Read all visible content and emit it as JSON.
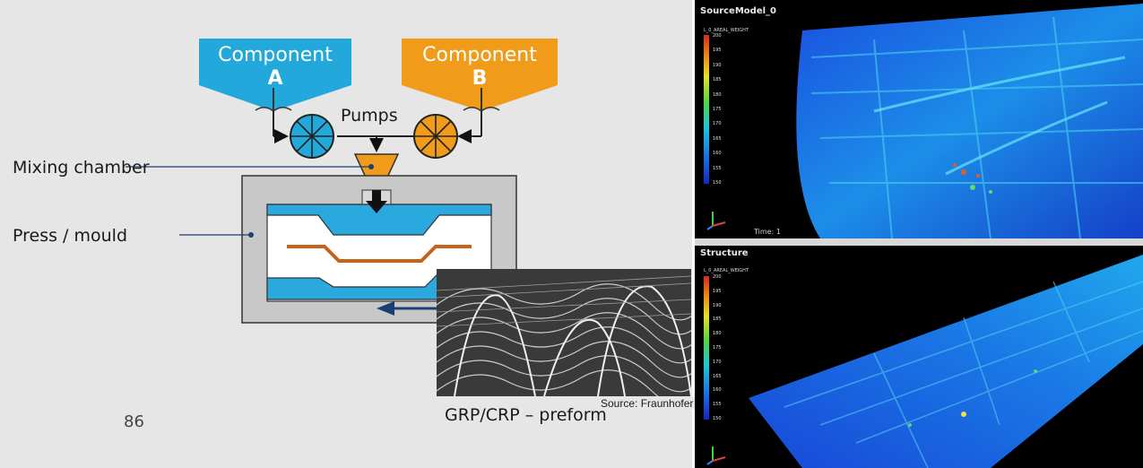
{
  "diagram": {
    "component_a": {
      "label": "Component",
      "letter": "A"
    },
    "component_b": {
      "label": "Component",
      "letter": "B"
    },
    "pumps_label": "Pumps",
    "mixing_chamber_label": "Mixing chamber",
    "press_mould_label": "Press / mould",
    "preform_label": "GRP/CRP – preform",
    "source_label": "Source: Fraunhofer",
    "page_number": "86"
  },
  "simulation": {
    "top_panel": {
      "title": "SourceModel_0",
      "legend_title": "L_0_AREAL_WEIGHT",
      "legend_ticks": [
        "200",
        "195",
        "190",
        "185",
        "180",
        "175",
        "170",
        "165",
        "160",
        "155",
        "150"
      ],
      "time_label": "Time: 1"
    },
    "bottom_panel": {
      "title": "Structure",
      "legend_title": "L_0_AREAL_WEIGHT",
      "legend_ticks": [
        "200",
        "195",
        "190",
        "185",
        "180",
        "175",
        "170",
        "165",
        "160",
        "155",
        "150"
      ]
    }
  },
  "colors": {
    "component_a": "#22a8db",
    "component_b": "#f19b1a",
    "mould_blue": "#2aa9df",
    "preform_orange": "#c8641a",
    "leader_line": "#1c3f73",
    "slide_background": "#e6e6e6"
  }
}
